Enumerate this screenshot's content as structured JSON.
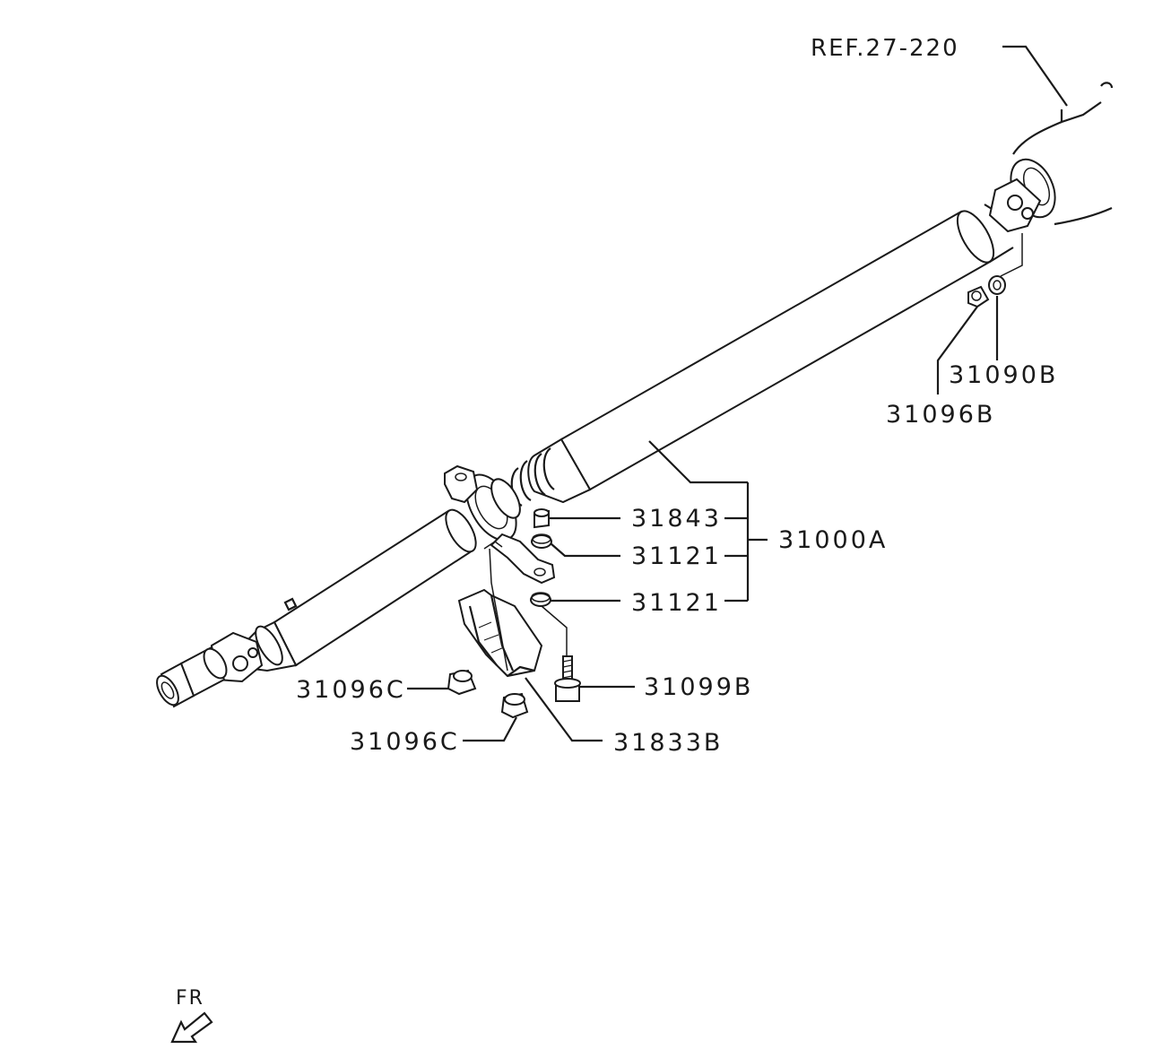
{
  "diagram": {
    "reference_label": "REF.27-220",
    "direction_label": "FR",
    "part_labels": {
      "p31090B": "31090B",
      "p31096B": "31096B",
      "p31843": "31843",
      "p31121_upper": "31121",
      "p31121_lower": "31121",
      "p31000A": "31000A",
      "p31099B": "31099B",
      "p31096C_left": "31096C",
      "p31096C_lower": "31096C",
      "p31833B": "31833B"
    }
  }
}
